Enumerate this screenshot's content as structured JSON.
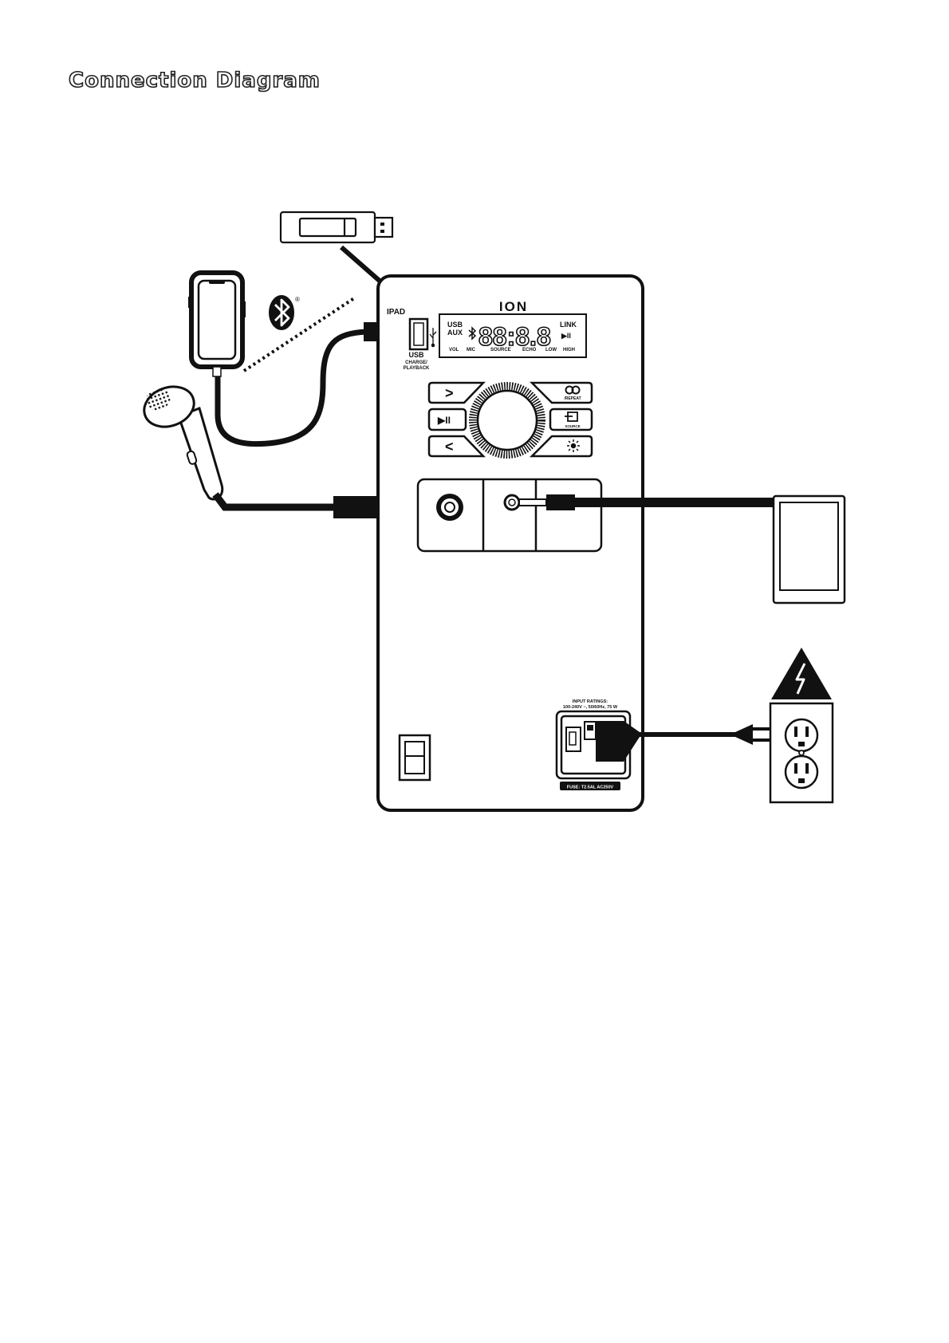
{
  "title": "Connection Diagram",
  "brand": "ION",
  "port_label": "IPAD",
  "usb_port": {
    "label": "USB",
    "sub1": "CHARGE/",
    "sub2": "PLAYBACK"
  },
  "display": {
    "source_usb": "USB",
    "source_aux": "AUX",
    "link": "LINK",
    "play": "▶II",
    "digits": "88:8.8",
    "labels": [
      "VOL",
      "MIC",
      "SOURCE",
      "ECHO",
      "LOW",
      "HIGH"
    ]
  },
  "buttons": {
    "next": ">",
    "play_pause": "▶II",
    "prev": "<",
    "repeat_sub": "/REPEAT",
    "source_sub": "SOURCE"
  },
  "power_inlet": {
    "rating_title": "INPUT RATINGS:",
    "rating_value": "100-240V ~, 50/60Hz, 75 W",
    "fuse": "FUSE: T2.5AL AC250V"
  },
  "bluetooth_mark": "®",
  "colors": {
    "line": "#111111",
    "background": "#ffffff",
    "title_outline": "#222222"
  }
}
